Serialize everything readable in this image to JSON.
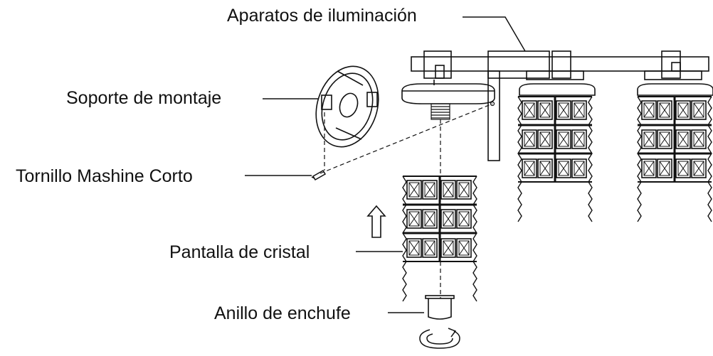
{
  "labels": {
    "light_fixture": "Aparatos de iluminación",
    "mounting_bracket": "Soporte de montaje",
    "short_machine_screw": "Tornillo Mashine Corto",
    "crystal_shade": "Pantalla de cristal",
    "socket_ring": "Anillo de enchufe"
  },
  "colors": {
    "line": "#111111",
    "background": "#ffffff"
  },
  "icons": [
    "up-arrow-icon",
    "rotate-arrow-icon"
  ]
}
